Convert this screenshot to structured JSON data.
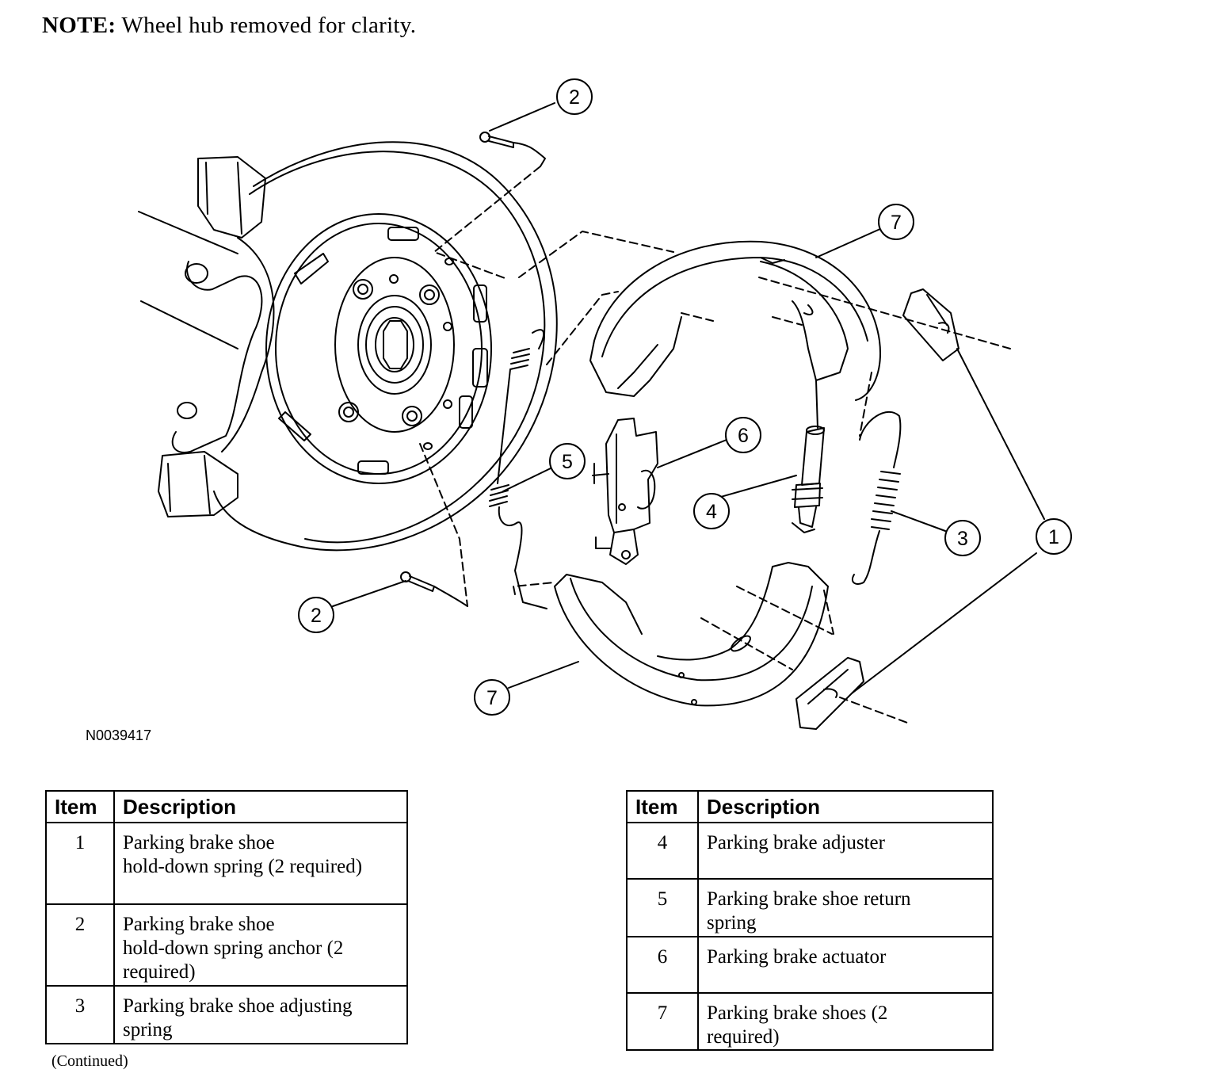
{
  "note": {
    "label": "NOTE:",
    "text": "Wheel hub removed for clarity."
  },
  "figure_id": "N0039417",
  "callout_labels": [
    "1",
    "2",
    "3",
    "4",
    "5",
    "6",
    "7"
  ],
  "table_headers": {
    "item": "Item",
    "description": "Description"
  },
  "left_table": [
    {
      "item": "1",
      "description": "Parking brake shoe\nhold-down spring (2 required)"
    },
    {
      "item": "2",
      "description": "Parking brake shoe\nhold-down spring anchor (2\nrequired)"
    },
    {
      "item": "3",
      "description": "Parking brake shoe adjusting\nspring"
    }
  ],
  "right_table": [
    {
      "item": "4",
      "description": "Parking brake adjuster"
    },
    {
      "item": "5",
      "description": "Parking brake shoe return\nspring"
    },
    {
      "item": "6",
      "description": "Parking brake actuator"
    },
    {
      "item": "7",
      "description": "Parking brake shoes (2\nrequired)"
    }
  ],
  "continued": "(Continued)"
}
